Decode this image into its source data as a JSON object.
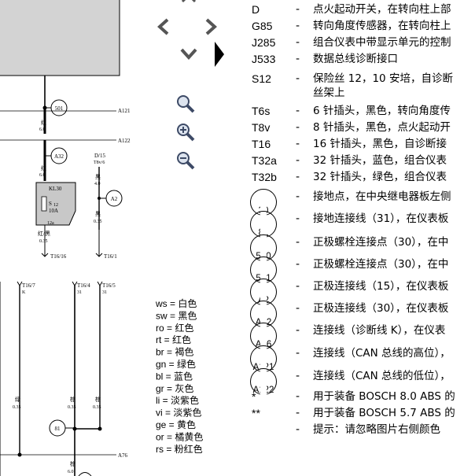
{
  "diagram": {
    "wires": {
      "w1_color": "红",
      "w1_size": "6.0",
      "w2_color": "红",
      "w2_size": "6.0",
      "w3_color": "黑",
      "w3_size": "4.0",
      "w4_color": "黑",
      "w4_size": "0.35",
      "w5_color": "红/黑",
      "w5_size": "0.35",
      "w6_color": "绿",
      "w6_size": "0.35",
      "w7_color": "棕",
      "w7_size": "0.35",
      "w8_color": "棕",
      "w8_size": "0.35",
      "w9_color": "棕",
      "w9_size": "6.0"
    },
    "refs": {
      "a121": "A121",
      "a122": "A122",
      "a76": "A76"
    },
    "connectors": {
      "c501": "501",
      "cA32": "A32",
      "cA2": "A2",
      "c81": "81"
    },
    "fuse": {
      "kl30": "KL30",
      "name": "S",
      "num": "12",
      "amp": "10A",
      "pin": "12a"
    },
    "d15": {
      "label": "D/15",
      "sub": "T8v/6"
    },
    "pins": {
      "t16_16": "T16/16",
      "t16_1": "T16/1",
      "t16_7": "T16/7",
      "t16_7_sig": "K",
      "t16_4": "T16/4",
      "t16_4_sig": "31",
      "t16_5": "T16/5",
      "t16_5_sig": "31"
    },
    "color_key": [
      "ws = 白色",
      "sw = 黑色",
      "ro = 红色",
      "rt = 红色",
      "br = 褐色",
      "gn = 绿色",
      "bl = 蓝色",
      "gr = 灰色",
      "li = 淡紫色",
      "vi = 淡紫色",
      "ge = 黄色",
      "or = 橘黄色",
      "rs = 粉红色"
    ]
  },
  "nav": {
    "up": "up-arrow-icon",
    "left": "left-arrow-icon",
    "right": "right-arrow-icon",
    "down": "down-arrow-icon",
    "zoom": "magnifier-icon",
    "zoom_in": "zoom-in-icon",
    "zoom_out": "zoom-out-icon",
    "collapse": "collapse-triangle-icon"
  },
  "legend": {
    "rows": [
      {
        "code": "D",
        "desc": "点火起动开关，在转向柱上部"
      },
      {
        "code": "G85",
        "desc": "转向角度传感器，在转向柱上"
      },
      {
        "code": "J285",
        "desc": "组合仪表中带显示单元的控制"
      },
      {
        "code": "J533",
        "desc": "数据总线诊断接口"
      },
      {
        "code": "S12",
        "desc": "保险丝 12，10 安培，自诊断",
        "desc2": "丝架上"
      },
      {
        "code": "T6s",
        "desc": "6 针插头，黑色，转向角度传"
      },
      {
        "code": "T8v",
        "desc": "8 针插头，黑色，点火起动开"
      },
      {
        "code": "T16",
        "desc": "16 针插头，黑色，自诊断接"
      },
      {
        "code": "T32a",
        "desc": "32 针插头，蓝色，组合仪表"
      },
      {
        "code": "T32b",
        "desc": "32 针插头，绿色，组合仪表"
      }
    ],
    "points": [
      {
        "code": "30",
        "desc": "接地点，在中央继电器板左侧"
      },
      {
        "code": "81",
        "desc": "接地连接线（31），在仪表板"
      },
      {
        "code": "500",
        "desc": "正极螺栓连接点（30），在中"
      },
      {
        "code": "501",
        "desc": "正极螺栓连接点（30），在中"
      },
      {
        "code": "A2",
        "desc": "正极连接线（15），在仪表板"
      },
      {
        "code": "A32",
        "desc": "正极连接线（30），在仪表板"
      },
      {
        "code": "A76",
        "desc": "连接线（诊断线 K），在仪表"
      },
      {
        "code": "A121",
        "desc": "连接线（CAN 总线的高位），"
      },
      {
        "code": "A122",
        "desc": "连接线（CAN 总线的低位），"
      }
    ],
    "notes": [
      {
        "code": "*",
        "desc": "用于装备 BOSCH 8.0 ABS 的"
      },
      {
        "code": "**",
        "desc": "用于装备 BOSCH 5.7 ABS 的"
      },
      {
        "code": "",
        "desc": "提示：请忽略图片右侧颜色"
      }
    ]
  }
}
